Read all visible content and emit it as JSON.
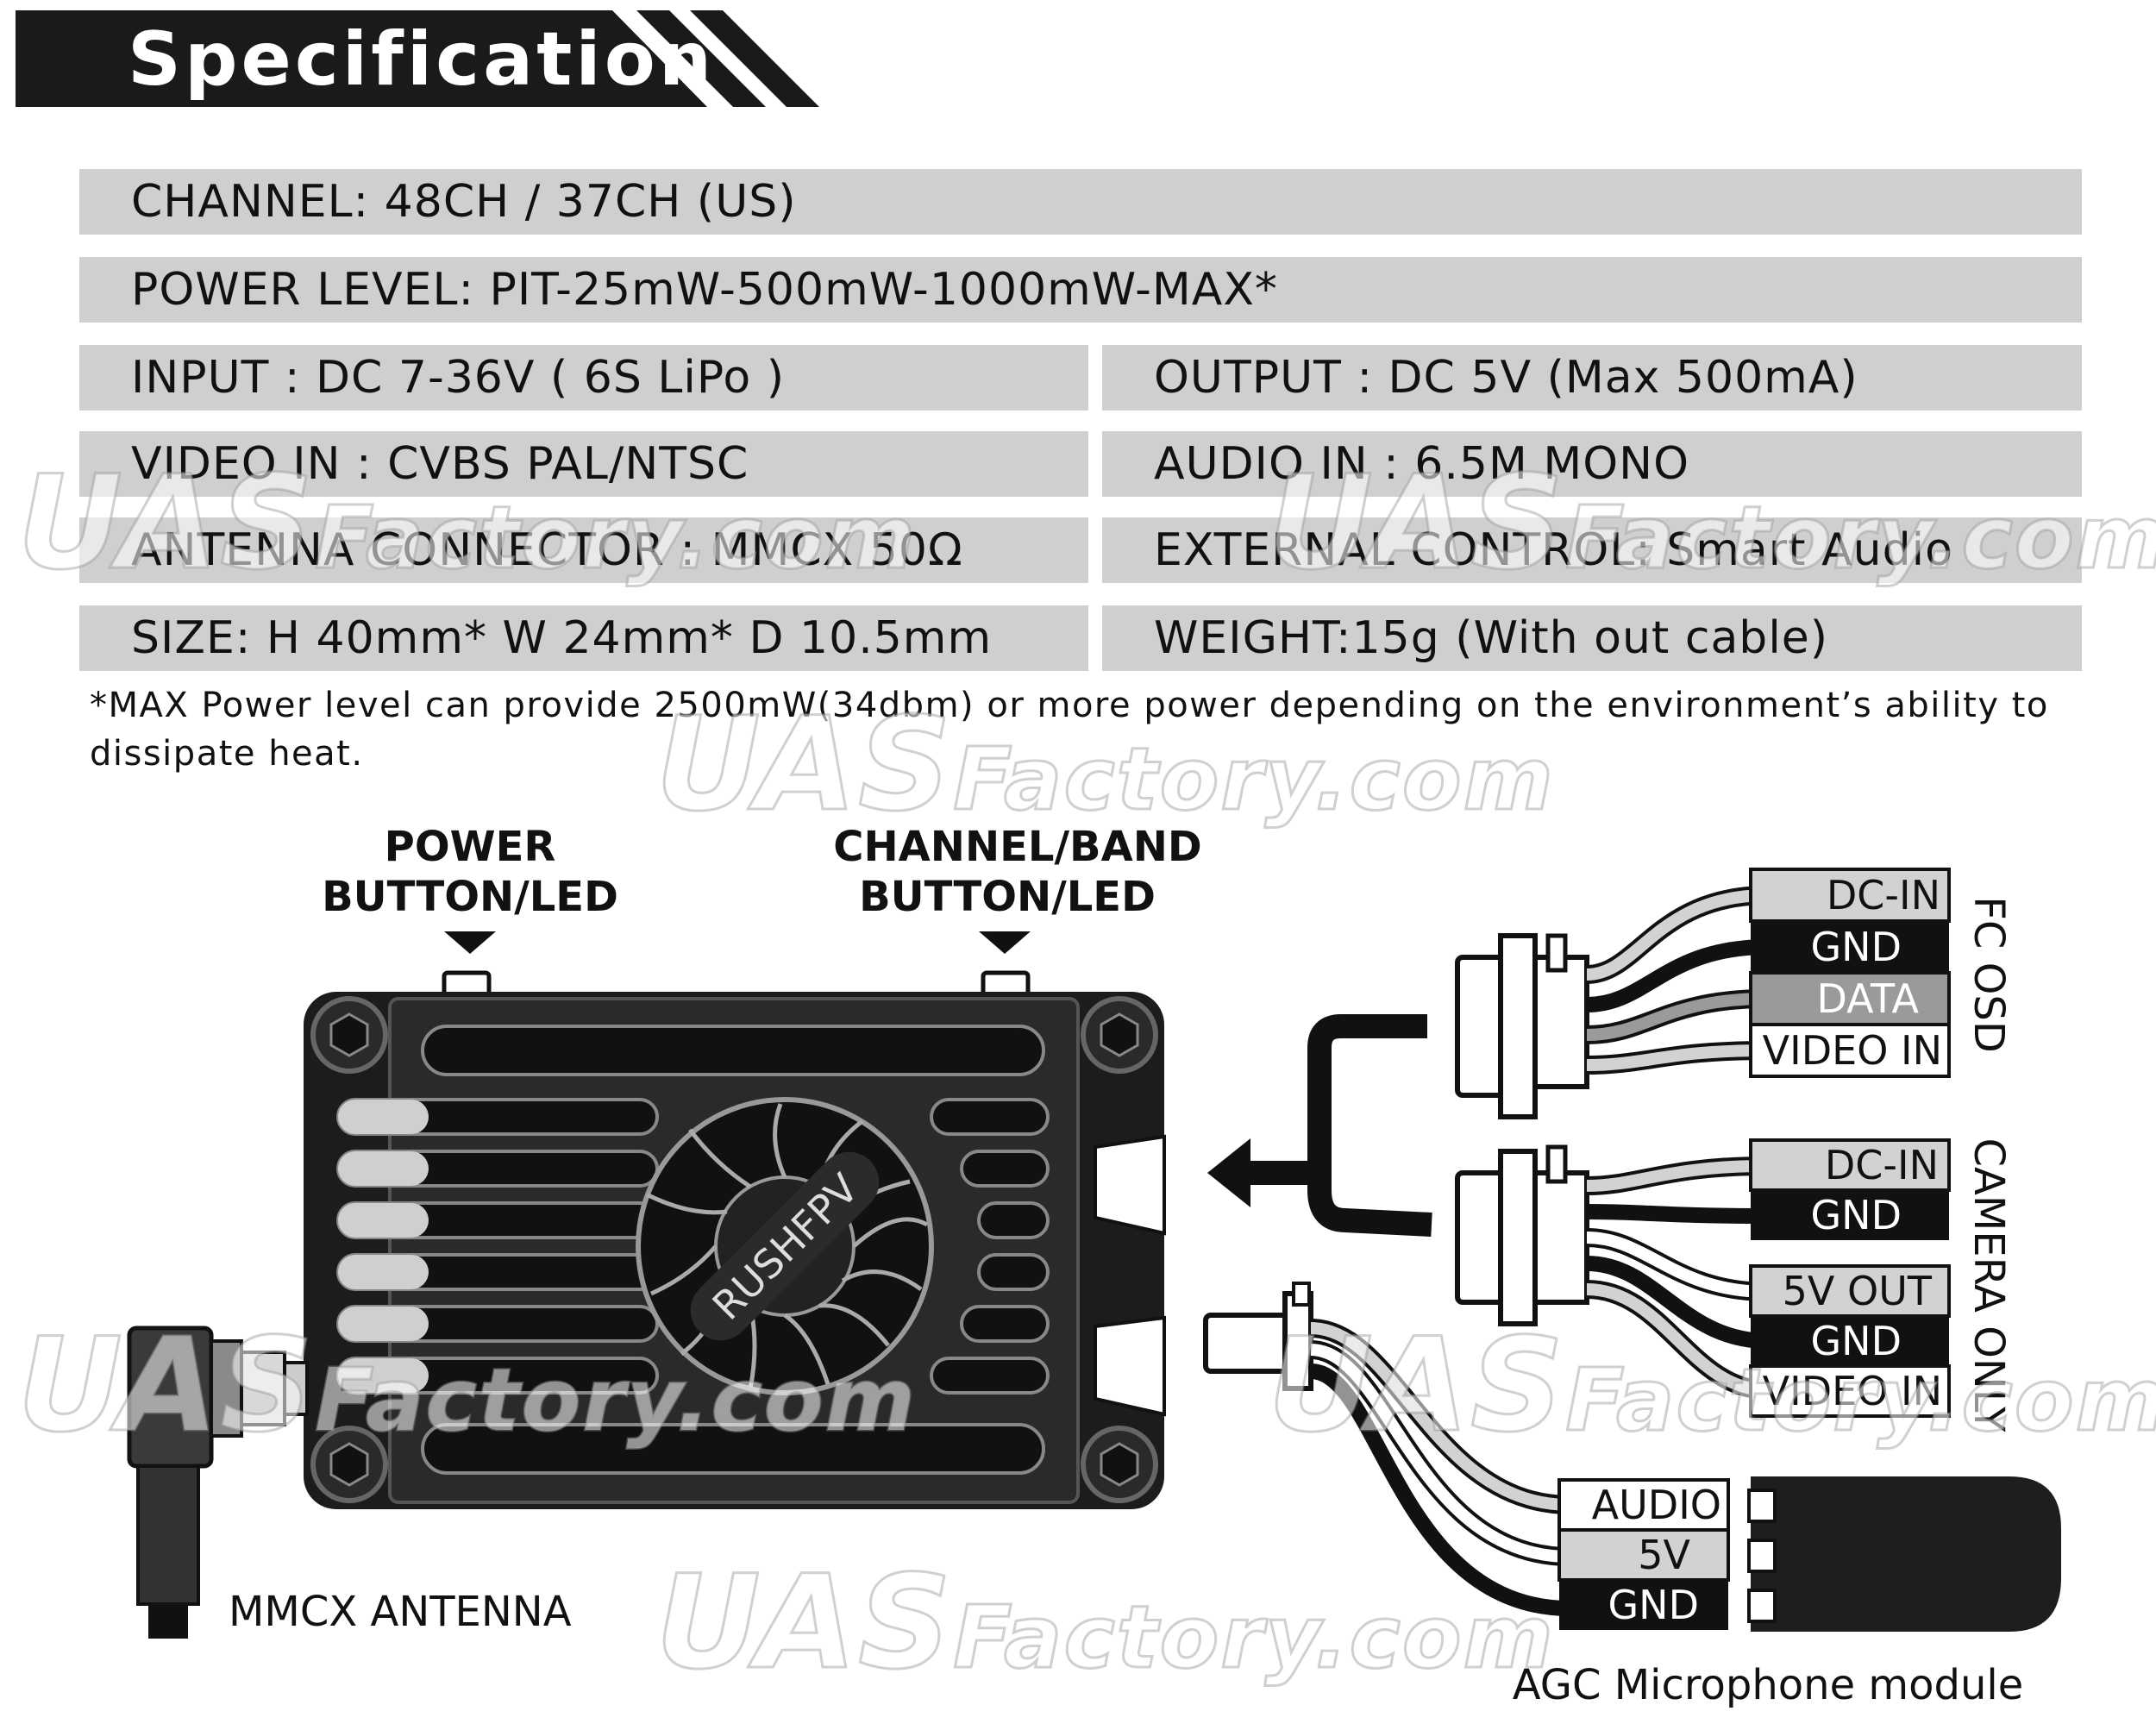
{
  "header": {
    "title": "Specification"
  },
  "specs": {
    "channel": "CHANNEL: 48CH / 37CH (US)",
    "power_level": "POWER LEVEL: PIT-25mW-500mW-1000mW-MAX*",
    "input": "INPUT : DC 7-36V ( 6S LiPo )",
    "output": "OUTPUT : DC 5V  (Max 500mA)",
    "video_in": "VIDEO IN : CVBS PAL/NTSC",
    "audio_in": "AUDIO IN : 6.5M MONO",
    "antenna_connector": "ANTENNA CONNECTOR : MMCX  50Ω",
    "external_control": "EXTERNAL CONTROL: Smart Audio",
    "size": "SIZE: H 40mm* W 24mm* D 10.5mm",
    "weight": "WEIGHT:15g (With out cable)"
  },
  "footnote": "*MAX Power level can provide 2500mW(34dbm) or more power depending on the environment’s ability to dissipate heat.",
  "diagram": {
    "power_button_line1": "POWER",
    "power_button_line2": "BUTTON/LED",
    "channel_button_line1": "CHANNEL/BAND",
    "channel_button_line2": "BUTTON/LED",
    "device_brand": "RUSHFPV",
    "antenna_label": "MMCX ANTENNA",
    "fc_osd_label": "FC OSD",
    "fc_osd_wires": [
      "DC-IN",
      "GND",
      "DATA",
      "VIDEO IN"
    ],
    "camera_only_label": "CAMERA ONLY",
    "camera_wires": [
      "DC-IN",
      "GND",
      "5V OUT",
      "GND",
      "VIDEO IN"
    ],
    "mic_wires": [
      "AUDIO",
      "5V",
      "GND"
    ],
    "mic_label": "AGC Microphone module"
  },
  "watermark": {
    "brand": "UAS",
    "suffix": "Factory.com"
  },
  "colors": {
    "banner": "#1a1a1a",
    "row_bg": "#cfcfcf",
    "dark": "#111111",
    "wire_gray": "#9a9a9a",
    "wire_light": "#d2d2d2"
  }
}
